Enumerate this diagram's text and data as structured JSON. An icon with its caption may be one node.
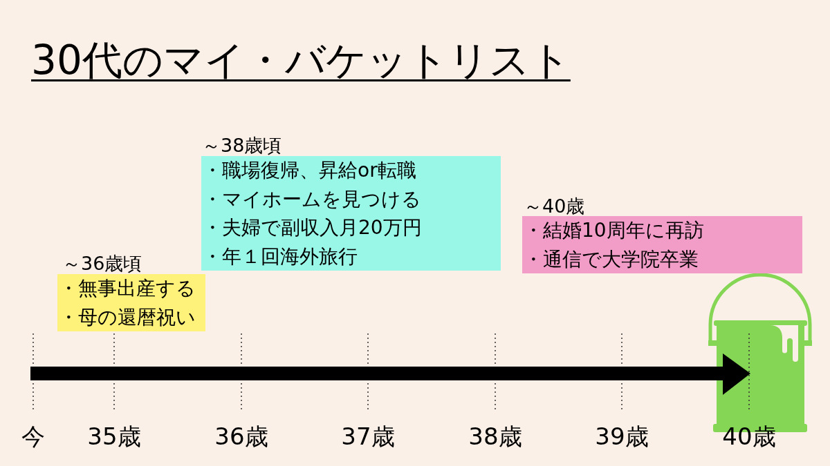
{
  "diagram": {
    "title": "30代のマイ・バケットリスト",
    "nodes": [
      {
        "text": [
          "～36歳頃",
          "・無事出産する",
          "・母の還暦祝い"
        ]
      },
      {
        "text": [
          "～38歳頃",
          "・職場復帰、昇給or転職",
          "・マイホームを見つける",
          "・夫婦で副収入月20万円",
          "・年１回海外旅行"
        ]
      },
      {
        "text": [
          "～40歳",
          "・結婚10周年に再訪",
          "・通信で大学院卒業"
        ]
      }
    ],
    "labels": [
      "今",
      "35歳",
      "36歳",
      "37歳",
      "38歳",
      "39歳",
      "40歳"
    ]
  }
}
